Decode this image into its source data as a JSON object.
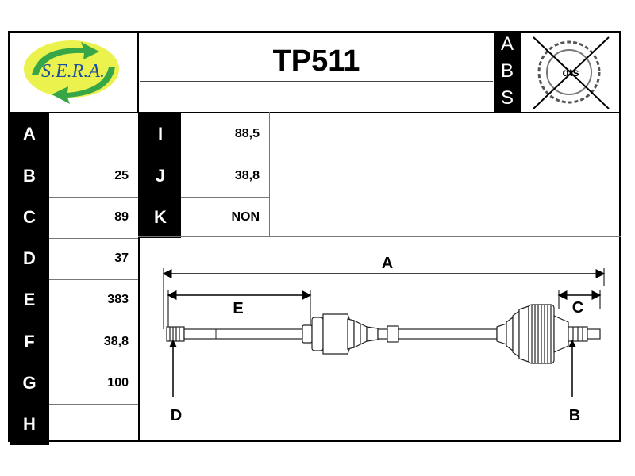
{
  "logo": {
    "text": "S.E.R.A."
  },
  "title": "TP511",
  "abs_letters": [
    "A",
    "B",
    "S"
  ],
  "dts_label": "dts",
  "left_params": [
    {
      "label": "A",
      "value": ""
    },
    {
      "label": "B",
      "value": "25"
    },
    {
      "label": "C",
      "value": "89"
    },
    {
      "label": "D",
      "value": "37"
    },
    {
      "label": "E",
      "value": "383"
    },
    {
      "label": "F",
      "value": "38,8"
    },
    {
      "label": "G",
      "value": "100"
    },
    {
      "label": "H",
      "value": ""
    }
  ],
  "mid_params": [
    {
      "label": "I",
      "value": "88,5"
    },
    {
      "label": "J",
      "value": "38,8"
    },
    {
      "label": "K",
      "value": "NON"
    }
  ],
  "diagram_labels": {
    "a": "A",
    "c": "C",
    "e": "E",
    "d": "D",
    "b": "B"
  }
}
